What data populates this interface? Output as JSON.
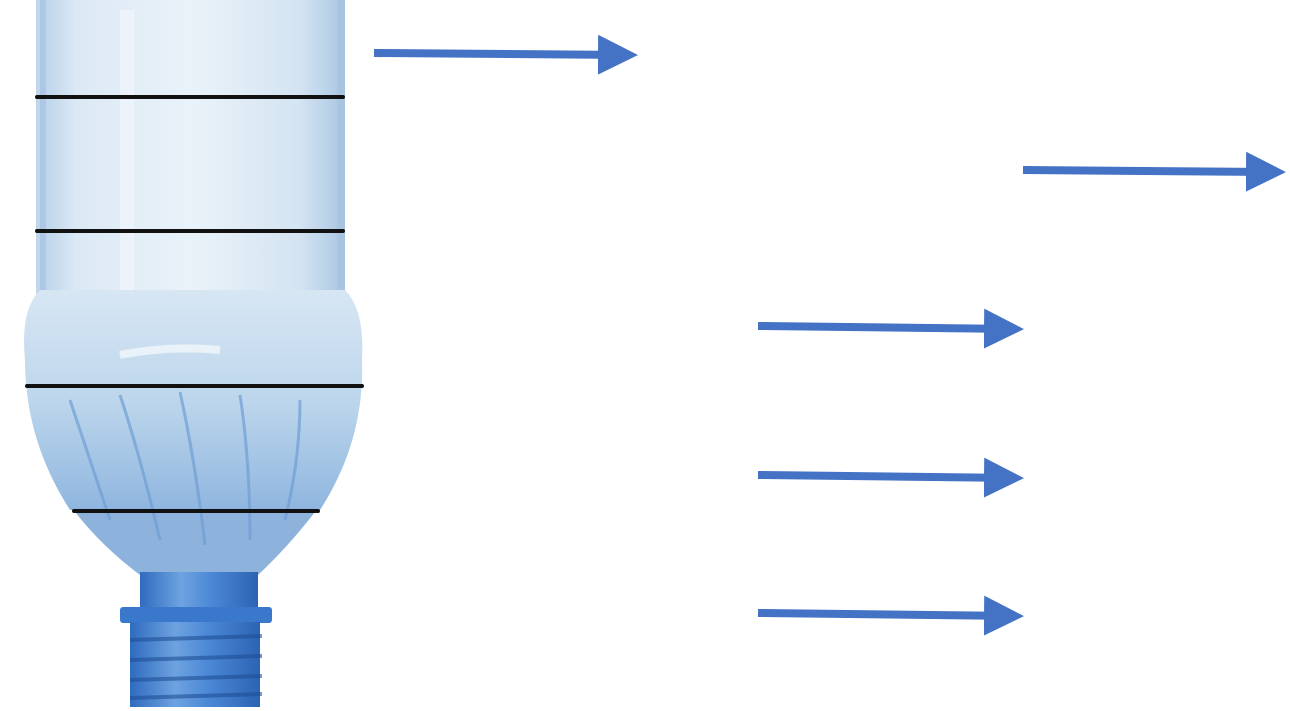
{
  "scene": {
    "background_color": "#ffffff",
    "subject": "plastic-water-bottle-upside-down",
    "cut_line_count": 4,
    "arrow_count": 5,
    "colors": {
      "bottle_light": "#dde9f4",
      "bottle_mid": "#b9d3ea",
      "bottle_dark": "#4f87c5",
      "neck_blue": "#3f7fd0",
      "cut_line": "#111111",
      "arrow": "#4472c4"
    }
  }
}
